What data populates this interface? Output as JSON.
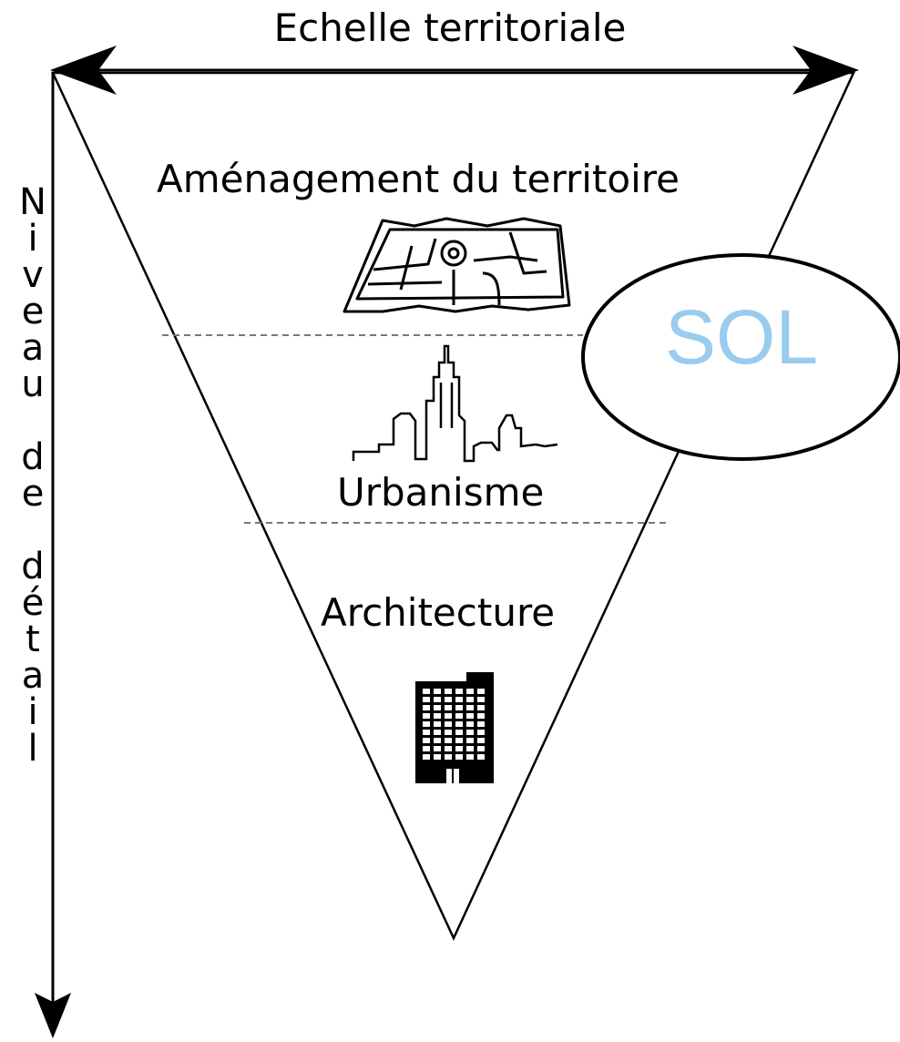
{
  "horizontal_axis": {
    "label": "Echelle territoriale"
  },
  "vertical_axis": {
    "label": "Niveau de détail"
  },
  "layers": [
    {
      "label": "Aménagement du territoire",
      "icon": "city-map-icon"
    },
    {
      "label": "Urbanisme",
      "icon": "skyline-icon"
    },
    {
      "label": "Architecture",
      "icon": "building-icon"
    }
  ],
  "callout": {
    "label": "SOL",
    "color": "#99ccee"
  },
  "colors": {
    "line": "#000000",
    "divider": "#777777"
  }
}
